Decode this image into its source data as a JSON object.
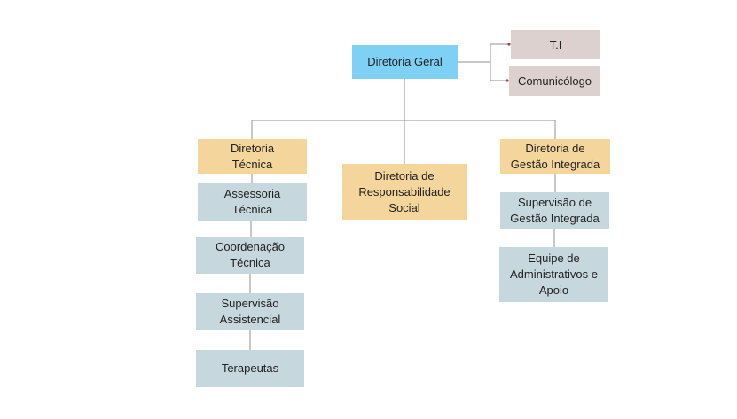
{
  "org": {
    "diretoria_geral": "Diretoria Geral",
    "ti": "T.I",
    "comunicologo": "Comunicólogo",
    "diretoria_tecnica": "Diretoria\nTécnica",
    "diretoria_responsabilidade_social": "Diretoria de\nResponsabilidade\nSocial",
    "diretoria_gestao_integrada": "Diretoria de\nGestão Integrada",
    "assessoria_tecnica": "Assessoria\nTécnica",
    "coordenacao_tecnica": "Coordenação\nTécnica",
    "supervisao_assistencial": "Supervisão\nAssistencial",
    "terapeutas": "Terapeutas",
    "supervisao_gestao_integrada": "Supervisão de\nGestão Integrada",
    "equipe_administrativos_apoio": "Equipe de\nAdministrativos e\nApoio"
  },
  "colors": {
    "director_general": "#7ed0f5",
    "staff_support": "#dcd1cf",
    "directorate": "#f4d59b",
    "unit": "#c7d7de",
    "connector": "#9a8f8f",
    "arrow_dot": "#9b4a4a"
  }
}
